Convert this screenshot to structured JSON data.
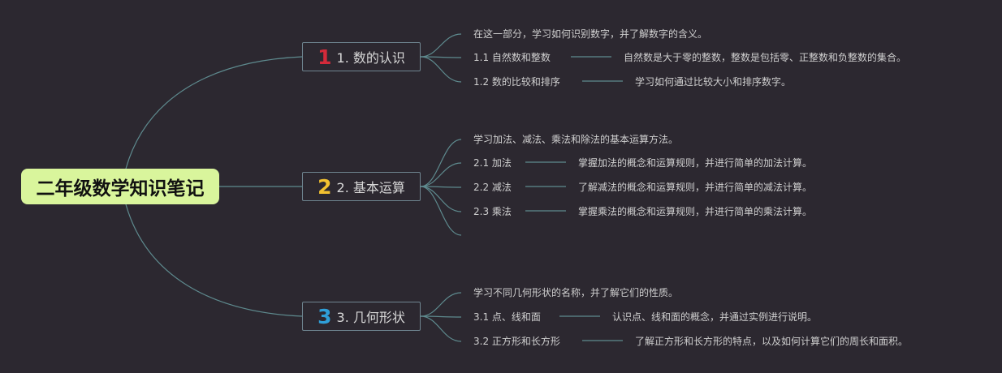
{
  "root": {
    "title": "二年级数学知识笔记"
  },
  "branches": [
    {
      "number": "1",
      "color": "#d42a3a",
      "label": "1. 数的认识",
      "intro": "在这一部分，学习如何识别数字，并了解数字的含义。",
      "items": [
        {
          "label": "1.1 自然数和整数",
          "desc": "自然数是大于零的整数，整数是包括零、正整数和负整数的集合。"
        },
        {
          "label": "1.2 数的比较和排序",
          "desc": "学习如何通过比较大小和排序数字。"
        }
      ]
    },
    {
      "number": "2",
      "color": "#f2c130",
      "label": "2. 基本运算",
      "intro": "学习加法、减法、乘法和除法的基本运算方法。",
      "items": [
        {
          "label": "2.1 加法",
          "desc": "掌握加法的概念和运算规则，并进行简单的加法计算。"
        },
        {
          "label": "2.2 减法",
          "desc": "了解减法的概念和运算规则，并进行简单的减法计算。"
        },
        {
          "label": "2.3 乘法",
          "desc": "掌握乘法的概念和运算规则，并进行简单的乘法计算。"
        }
      ]
    },
    {
      "number": "3",
      "color": "#2f9fd8",
      "label": "3. 几何形状",
      "intro": "学习不同几何形状的名称，并了解它们的性质。",
      "items": [
        {
          "label": "3.1 点、线和面",
          "desc": "认识点、线和面的概念，并通过实例进行说明。"
        },
        {
          "label": "3.2 正方形和长方形",
          "desc": "了解正方形和长方形的特点，以及如何计算它们的周长和面积。"
        }
      ]
    }
  ]
}
